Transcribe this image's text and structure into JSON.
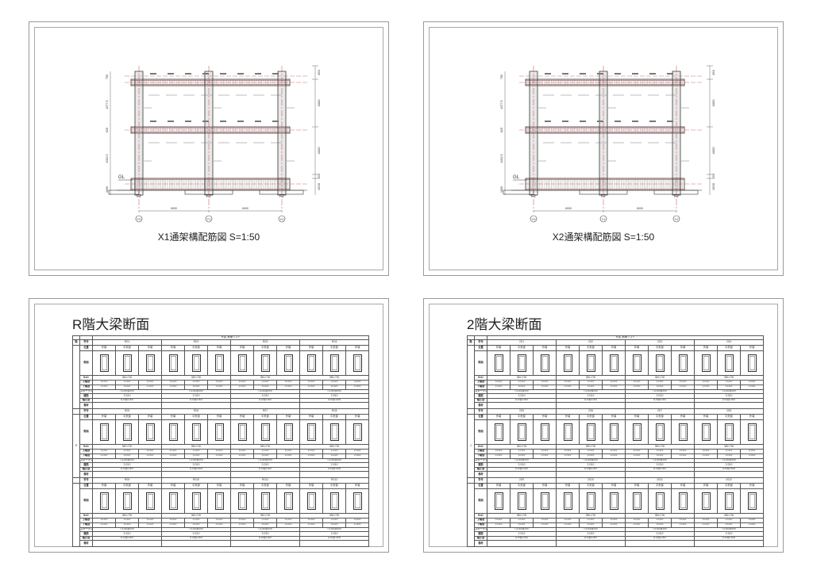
{
  "sheets": [
    {
      "kind": "elevation",
      "title": "X1通架構配筋図 S=1:50"
    },
    {
      "kind": "elevation",
      "title": "X2通架構配筋図 S=1:50"
    },
    {
      "kind": "section",
      "title": "R階大梁断面",
      "floor_label": "R",
      "beams": [
        "RG1",
        "RG2",
        "RG3",
        "RG4",
        "RG5",
        "RG6",
        "RG7",
        "RG8",
        "RG9",
        "RG10",
        "RG11",
        "RG12"
      ]
    },
    {
      "kind": "section",
      "title": "2階大梁断面",
      "floor_label": "2",
      "beams": [
        "2G1",
        "2G2",
        "2G3",
        "2G4",
        "2G5",
        "2G6",
        "2G7",
        "2G8",
        "2G9",
        "2G10",
        "2G11",
        "2G12"
      ]
    }
  ],
  "elevation": {
    "axes": [
      "Y0",
      "Y1",
      "Y2"
    ],
    "columns": [
      "F2",
      "F2",
      "F2"
    ],
    "spans": [
      "6000",
      "6000"
    ],
    "right_dims": [
      "450",
      "4000",
      "4000",
      "150",
      "1500"
    ],
    "left_dims": [
      "750",
      "4077.5",
      "625",
      "4002.5",
      "1000"
    ],
    "gl_label": "GL"
  },
  "section_table": {
    "header": "大梁_断面リスト",
    "floor_col": "階",
    "row_labels": [
      "符号",
      "位置",
      "断面",
      "B×D",
      "上端筋",
      "下端筋",
      "スターラップ",
      "腹筋",
      "幅止筋",
      "備考"
    ],
    "positions": [
      "外端",
      "中央部",
      "外端"
    ],
    "size": "350×700",
    "top_bars": [
      "3-D22",
      "2-D22",
      "3-D22"
    ],
    "bottom_bars": [
      "2-D22",
      "3-D22",
      "2-D22"
    ],
    "stirrup": "□-D10@200",
    "web_bar": "2-D10",
    "tie_bar": "D10@1000"
  }
}
